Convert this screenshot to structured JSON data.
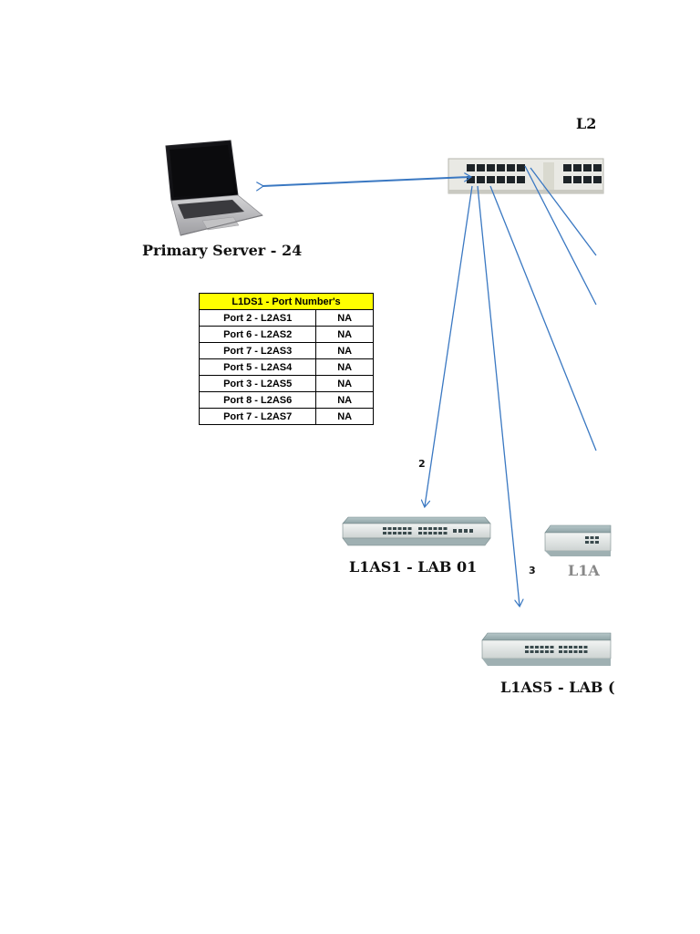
{
  "nodes": {
    "primary_server": {
      "label": "Primary Server - 24"
    },
    "core_switch": {
      "label": "L2"
    },
    "access_switch_1": {
      "label": "L1AS1 - LAB 01"
    },
    "access_switch_partial": {
      "label": "L1A"
    },
    "access_switch_5": {
      "label": "L1AS5 - LAB ("
    }
  },
  "link_labels": {
    "to_as1": "2",
    "to_as5": "3"
  },
  "port_table": {
    "header": "L1DS1 - Port Number's",
    "rows": [
      {
        "port": "Port 2 - L2AS1",
        "status": "NA"
      },
      {
        "port": "Port 6 - L2AS2",
        "status": "NA"
      },
      {
        "port": "Port 7 - L2AS3",
        "status": "NA"
      },
      {
        "port": "Port 5 - L2AS4",
        "status": "NA"
      },
      {
        "port": "Port 3 - L2AS5",
        "status": "NA"
      },
      {
        "port": "Port 8 - L2AS6",
        "status": "NA"
      },
      {
        "port": "Port 7 - L2AS7",
        "status": "NA"
      }
    ]
  },
  "colors": {
    "link": "#3a78c2",
    "table_header": "#ffff00"
  }
}
